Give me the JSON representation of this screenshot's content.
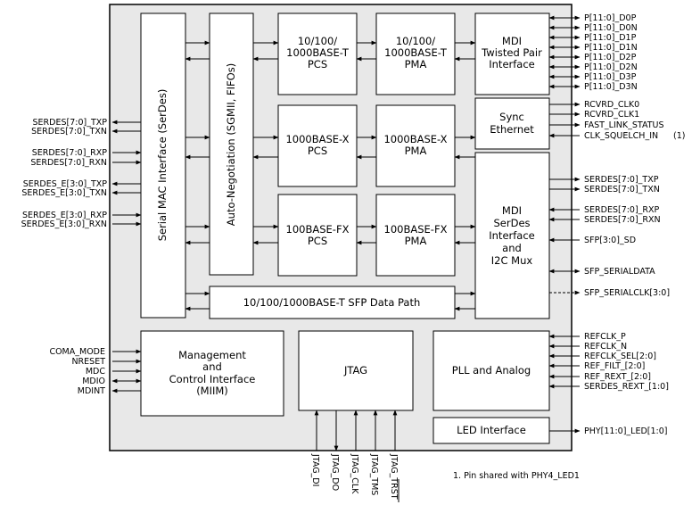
{
  "blocks": {
    "serdes_mac": "Serial MAC Interface (SerDes)",
    "autoneg": "Auto-Negotiation (SGMII, FIFOs)",
    "pcs_t": [
      "10/100/",
      "1000BASE-T",
      "PCS"
    ],
    "pma_t": [
      "10/100/",
      "1000BASE-T",
      "PMA"
    ],
    "mdi_tp": [
      "MDI",
      "Twisted Pair",
      "Interface"
    ],
    "pcs_x": [
      "1000BASE-X",
      "PCS"
    ],
    "pma_x": [
      "1000BASE-X",
      "PMA"
    ],
    "sync_eth": [
      "Sync",
      "Ethernet"
    ],
    "pcs_fx": [
      "100BASE-FX",
      "PCS"
    ],
    "pma_fx": [
      "100BASE-FX",
      "PMA"
    ],
    "mdi_serdes": [
      "MDI",
      "SerDes",
      "Interface",
      "and",
      "I2C Mux"
    ],
    "sfp_path": "10/100/1000BASE-T SFP Data Path",
    "miim": [
      "Management",
      "and",
      "Control Interface",
      "(MIIM)"
    ],
    "jtag": "JTAG",
    "pll": "PLL and Analog",
    "led": "LED Interface"
  },
  "left_pins": [
    "SERDES[7:0]_TXP",
    "SERDES[7:0]_TXN",
    "SERDES[7:0]_RXP",
    "SERDES[7:0]_RXN",
    "SERDES_E[3:0]_TXP",
    "SERDES_E[3:0]_TXN",
    "SERDES_E[3:0]_RXP",
    "SERDES_E[3:0]_RXN"
  ],
  "mgmt_pins": [
    "COMA_MODE",
    "NRESET",
    "MDC",
    "MDIO",
    "MDINT"
  ],
  "twisted_pair_pins": [
    "P[11:0]_D0P",
    "P[11:0]_D0N",
    "P[11:0]_D1P",
    "P[11:0]_D1N",
    "P[11:0]_D2P",
    "P[11:0]_D2N",
    "P[11:0]_D3P",
    "P[11:0]_D3N"
  ],
  "sync_pins": [
    "RCVRD_CLK0",
    "RCVRD_CLK1",
    "FAST_LINK_STATUS",
    "CLK_SQUELCH_IN"
  ],
  "sync_note_ref": "(1)",
  "serdes_right_pins": [
    "SERDES[7:0]_TXP",
    "SERDES[7:0]_TXN",
    "SERDES[7:0]_RXP",
    "SERDES[7:0]_RXN",
    "SFP[3:0]_SD",
    "SFP_SERIALDATA",
    "SFP_SERIALCLK[3:0]"
  ],
  "pll_pins": [
    "REFCLK_P",
    "REFCLK_N",
    "REFCLK_SEL[2:0]",
    "REF_FILT_[2:0]",
    "REF_REXT_[2:0]",
    "SERDES_REXT_[1:0]"
  ],
  "led_pin": "PHY[11:0]_LED[1:0]",
  "jtag_pins": [
    "JTAG_DI",
    "JTAG_DO",
    "JTAG_CLK",
    "JTAG_TMS",
    "JTAG_TRST"
  ],
  "footnote": "1. Pin shared with PHY4_LED1",
  "colors": {
    "chip_fill": "#e8e8e8",
    "block_fill": "#ffffff",
    "line": "#000000"
  }
}
